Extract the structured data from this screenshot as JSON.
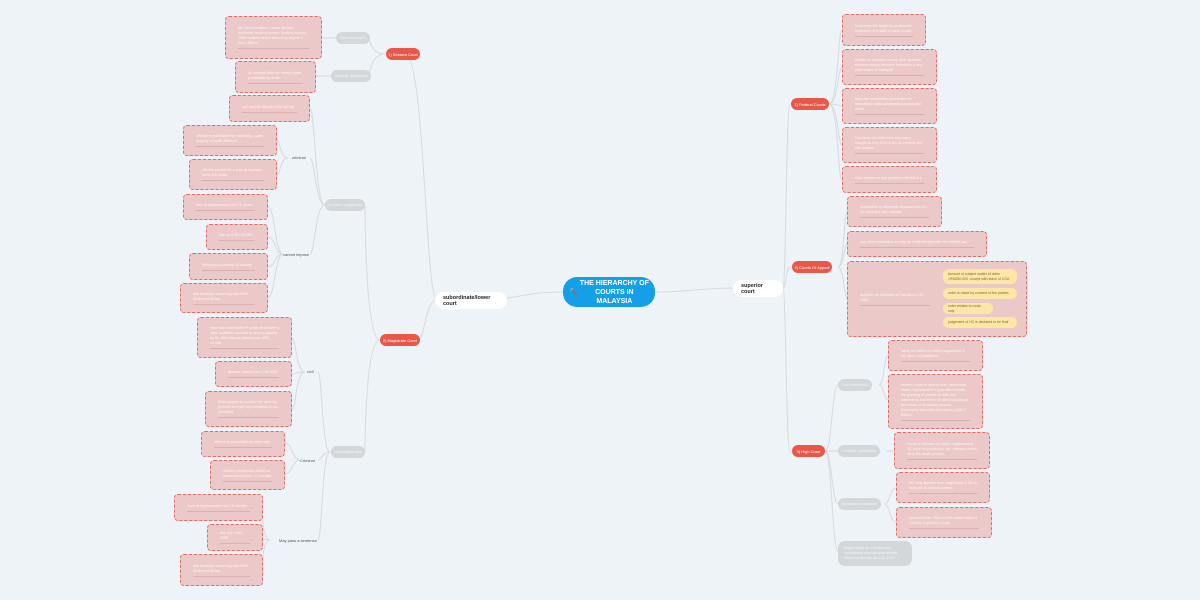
{
  "root": {
    "icon": "gavel-icon",
    "title": "THE HIERARCHY OF COURTS IN MALAYSIA"
  },
  "left": {
    "branch": "subordinate/lower court",
    "session_court": {
      "label": "1) Session Court",
      "civil": {
        "label": "Civil Jurisdiction",
        "text": "All criminal matters : motor vehicle accidents, landlord-tenant, distress actions. Other matters where amount in dispute ≤ RM 1 Million"
      },
      "criminal": {
        "label": "Criminal Jurisdiction",
        "text": "All criminal offences except those punishable by death"
      }
    },
    "magistrate_court": {
      "label": "2) Magistrate Court",
      "first_class": {
        "label": "1st class magistrates",
        "civil_text": "civil amount dispute ≤RM 100,00",
        "criminal": {
          "label": "criminal",
          "items": [
            "offence is punishable by a fine only- cover majority of traffic offences",
            "offence provide for a term of imprison ment ≤10 years."
          ]
        },
        "cannot_impose": {
          "label": "cannot impose",
          "items": [
            "term of imprisonment not > 5 years",
            "fine up to Rm 10,000",
            "Whipping exceeding 12 strokes",
            "any sentence combining any of the sentences above."
          ]
        }
      },
      "second_class": {
        "label": "2nd magistrates",
        "civil": {
          "label": "civil",
          "items": [
            "Hear civil case where Pl seeks to recover a debt/ liquidated demand in money payable by Df, with/ without interest not > RM 10,000",
            "amount claimed not > RM 5000",
            "Must prepare to conduct the case by yourself as legal representation is not permitted"
          ]
        },
        "criminal": {
          "label": "Criminal",
          "items": [
            "offence is punishable by a fine only",
            "offence provides for a term of imprisonment not > 12 months"
          ]
        },
        "sentence": {
          "label": "May pass a sentence",
          "items": [
            "Term of imprisonment not > 6 months",
            "fine not > RM 1000",
            "any sentence combining any of the sentences above."
          ]
        }
      }
    }
  },
  "right": {
    "branch": "superior court",
    "federal_court": {
      "label": "1) Federal Courts",
      "items": [
        "Determine law made by parliament/ legislature of a state is valid/ invalid",
        "Decide on disputes on any other question between states/ between federation & any other states in Malaysia",
        "May use consultative jurisdiction for federation/ states government advice and views",
        "Can hear and determine any cases brought to it by COA & HC on criminal and civil matters",
        "Give opinion on any question referred to it"
      ]
    },
    "court_of_appeal": {
      "label": "2) Courts Of Appeal",
      "items": [
        "Jurisdiction to determine appeals from HC on criminal & civil matters",
        "Any other jurisdiction as may be conferred by/under the federal law."
      ],
      "restricted": {
        "text": "Appeals are restricted by sec.68 of CJA 1964:",
        "items": [
          "Amount of subject matter of claim <RM250,000 ,except with leave of COA",
          "order is made by consent of the parties",
          "order relates to costs only",
          "judgement of HC is declared to be final"
        ]
      }
    },
    "high_court": {
      "label": "3) High Court",
      "civil": {
        "label": "Civil Jurisdiction",
        "items": [
          "Issue on matters in which magistrates & SC have no jurisdiction",
          "matters relate to divorce and matrimonial cases ,Appointment of guardians infants, the granting of probate of wills and statements and letters of administration of the estate of deceased persons, bankruptcy and other civil claims (>RM 1 Million)"
        ]
      },
      "criminal": {
        "label": "Criminal Jurisdiction",
        "text": "Focus to offences on which magistrates & SC have no jurisdiction, eg : offences which carry the death penalty."
      },
      "appellate": {
        "label": "Appellate Jurisdiction",
        "items": [
          "HC hear appeals from magistrates & SC in both civil & criminal matters",
          "Amount must > RM 10,000 except where it involves a question of law."
        ]
      },
      "supervisory": "Supervisory and revisionary Jurisdiction over all subordinate courts under sec.35 CJA 1964"
    }
  },
  "colors": {
    "root": "#13a0e8",
    "court": "#e8584a",
    "card": "#ecc9c9",
    "card_border": "#e46a6a",
    "yellow": "#fde7a6",
    "grey": "#d3d7da",
    "background": "#eef3f7"
  }
}
